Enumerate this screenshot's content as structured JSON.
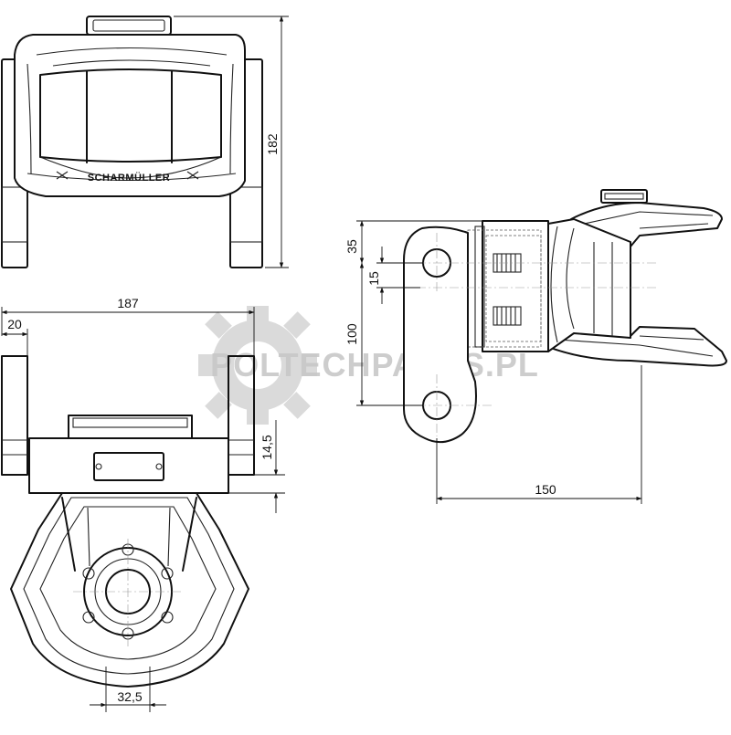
{
  "watermark": {
    "text": "POLTECHPARTS.PL",
    "color": "#c8c8c8"
  },
  "brand_label": "SCHARMÜLLER",
  "dimensions": {
    "height_top_view": "182",
    "width_front_view": "187",
    "left_offset": "20",
    "flange_offset": "14,5",
    "bore_diameter": "32,5",
    "hole_offset_top": "35",
    "hole_offset_mid": "15",
    "hole_spacing": "100",
    "side_length": "150"
  }
}
